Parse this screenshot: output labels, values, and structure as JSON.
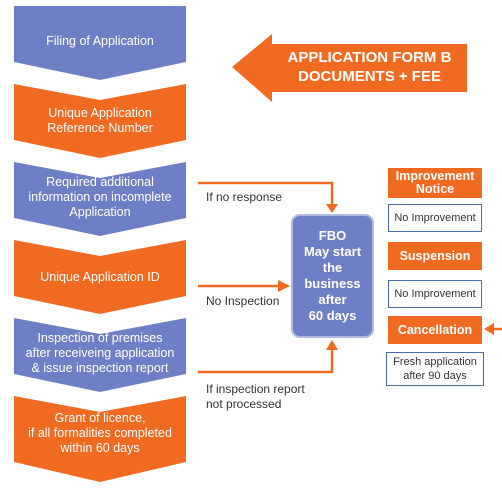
{
  "steps": [
    {
      "label": "Filing of Application",
      "color": "#6f7fc6"
    },
    {
      "label": "Unique Application\nReference Number",
      "color": "#f06a22"
    },
    {
      "label": "Required additional\ninformation on incomplete\nApplication",
      "color": "#6f7fc6"
    },
    {
      "label": "Unique Application ID",
      "color": "#f06a22"
    },
    {
      "label": "Inspection of premises\nafter receiveing application\n& issue inspection report",
      "color": "#6f7fc6"
    },
    {
      "label": "Grant of licence,\nif all formalities completed\nwithin 60 days",
      "color": "#f06a22"
    }
  ],
  "form_banner": {
    "text": "APPLICATION FORM B\nDOCUMENTS + FEE",
    "color": "#f06a22"
  },
  "conditions": {
    "no_response": "If no response",
    "no_inspection": "No Inspection",
    "report_not_processed": "If inspection report\nnot processed"
  },
  "fbo_box": {
    "text": "FBO\nMay start\nthe\nbusiness\nafter\n60 days",
    "color": "#6f7fc6"
  },
  "actions": {
    "improvement_notice": "Improvement\nNotice",
    "no_improvement_1": "No Improvement",
    "suspension": "Suspension",
    "no_improvement_2": "No Improvement",
    "cancellation": "Cancellation",
    "fresh_application": "Fresh application\nafter 90 days"
  },
  "colors": {
    "blue": "#6f7fc6",
    "orange": "#f06a22",
    "box_border": "#4a6fa8",
    "text": "#333333"
  }
}
